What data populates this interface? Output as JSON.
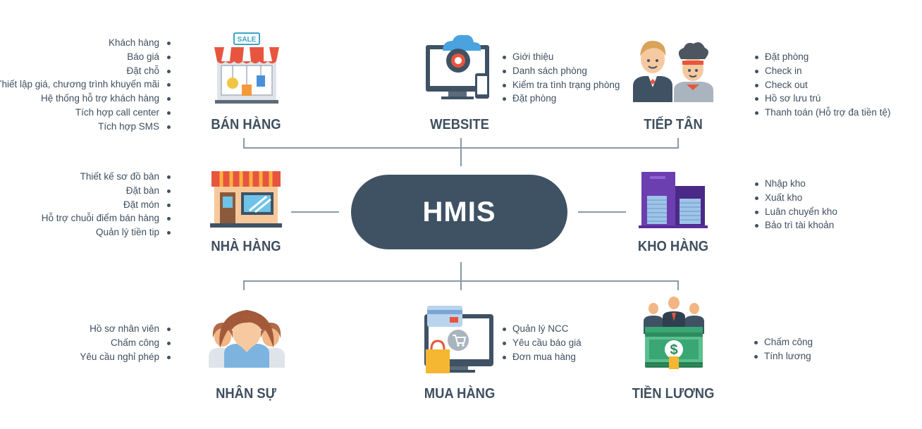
{
  "hub": {
    "label": "HMIS"
  },
  "modules": {
    "ban_hang": {
      "title": "BÁN HÀNG",
      "icon": "store-sale-icon",
      "items": [
        "Khách hàng",
        "Báo giá",
        "Đặt chỗ",
        "Thiết lập giá, chương trình khuyến mãi",
        "Hệ thống hỗ trợ khách hàng",
        "Tích hợp call center",
        "Tích hợp SMS"
      ]
    },
    "website": {
      "title": "WEBSITE",
      "icon": "computer-cloud-icon",
      "items": [
        "Giới thiệu",
        "Danh sách phòng",
        "Kiểm tra tình trạng phòng",
        "Đặt phòng"
      ]
    },
    "tiep_tan": {
      "title": "TIẾP TÂN",
      "icon": "receptionist-chef-icon",
      "items": [
        "Đặt phòng",
        "Check in",
        "Check out",
        "Hồ sơ lưu trú",
        "Thanh toán (Hỗ trợ đa tiền tệ)"
      ]
    },
    "nha_hang": {
      "title": "NHÀ HÀNG",
      "icon": "restaurant-icon",
      "items": [
        "Thiết kế sơ đồ bàn",
        "Đặt bàn",
        "Đặt món",
        "Hỗ trợ chuỗi điểm bán hàng",
        "Quản lý tiền tip"
      ]
    },
    "kho_hang": {
      "title": "KHO HÀNG",
      "icon": "warehouse-icon",
      "items": [
        "Nhập kho",
        "Xuất kho",
        "Luân chuyển kho",
        "Bảo trì tài khoản"
      ]
    },
    "nhan_su": {
      "title": "NHÂN SỰ",
      "icon": "people-group-icon",
      "items": [
        "Hồ sơ nhân viên",
        "Chấm công",
        "Yêu cầu nghỉ phép"
      ]
    },
    "mua_hang": {
      "title": "MUA HÀNG",
      "icon": "shopping-cart-monitor-icon",
      "items": [
        "Quản lý NCC",
        "Yêu cầu báo giá",
        "Đơn mua hàng"
      ]
    },
    "tien_luong": {
      "title": "TIỀN LƯƠNG",
      "icon": "money-stack-icon",
      "items": [
        "Chấm công",
        "Tính lương"
      ]
    }
  },
  "colors": {
    "hub": "#3f5264",
    "text": "#3f4f60",
    "line": "#8a99a6",
    "accent_red": "#e8553f",
    "accent_purple": "#6b3fb0",
    "accent_green": "#3aa673"
  }
}
